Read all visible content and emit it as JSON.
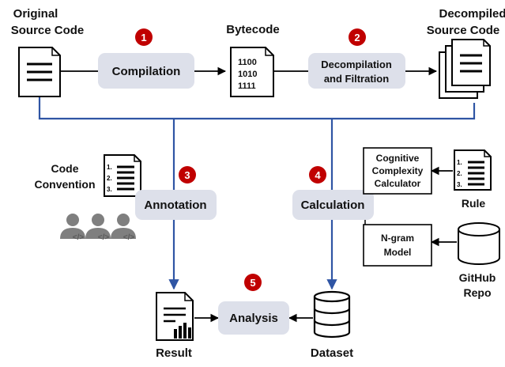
{
  "labels": {
    "original": [
      "Original",
      "Source Code"
    ],
    "bytecode": "Bytecode",
    "decompiled": [
      "Decompiled",
      "Source Code"
    ],
    "code_convention": [
      "Code",
      "Convention"
    ],
    "rule": "Rule",
    "github": [
      "GitHub",
      "Repo"
    ],
    "result": "Result",
    "dataset": "Dataset"
  },
  "bytecode_lines": [
    "1100",
    "1010",
    "1111"
  ],
  "list_markers": [
    "1.",
    "2.",
    "3."
  ],
  "processes": {
    "compilation": "Compilation",
    "decompilation": [
      "Decompilation",
      "and Filtration"
    ],
    "annotation": "Annotation",
    "calculation": "Calculation",
    "analysis": "Analysis"
  },
  "tools": {
    "cognitive": [
      "Cognitive",
      "Complexity",
      "Calculator"
    ],
    "ngram": [
      "N-gram",
      "Model"
    ]
  },
  "steps": [
    "1",
    "2",
    "3",
    "4",
    "5"
  ],
  "colors": {
    "process_fill": "#dde0ea",
    "step_badge": "#c00000",
    "flow_line": "#2f55a4",
    "person_icon": "#7f7f7f",
    "arrow": "#000000"
  }
}
